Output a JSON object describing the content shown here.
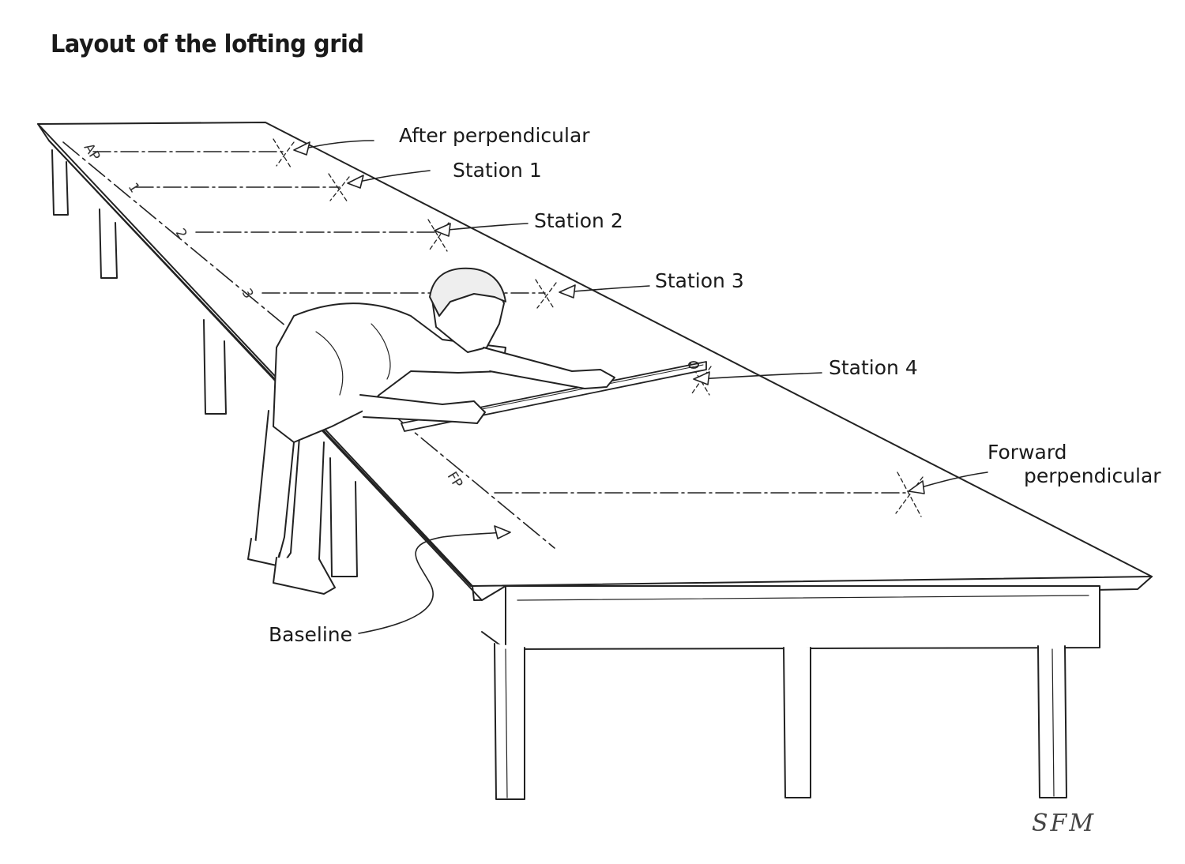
{
  "title": "Layout of the lofting grid",
  "callouts": {
    "after_perpendicular": "After perpendicular",
    "station_1": "Station 1",
    "station_2": "Station 2",
    "station_3": "Station 3",
    "station_4": "Station 4",
    "forward_perpendicular_line1": "Forward",
    "forward_perpendicular_line2": "perpendicular",
    "baseline": "Baseline"
  },
  "grid_labels": {
    "ap": "AP",
    "s1": "1",
    "s2": "2",
    "s3": "3",
    "fp": "FP"
  },
  "signature": "SFM",
  "colors": {
    "ink": "#1a1a1a",
    "paper": "#ffffff"
  }
}
